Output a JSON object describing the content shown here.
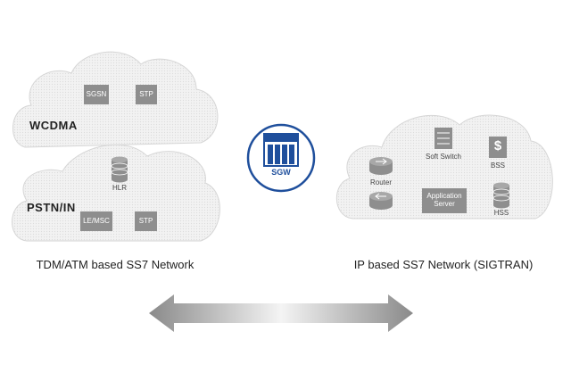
{
  "left_network": {
    "regions": [
      "WCDMA",
      "PSTN/IN"
    ],
    "nodes": {
      "sgsn": "SGSN",
      "stp_top": "STP",
      "hlr": "HLR",
      "le_msc": "LE/MSC",
      "stp_bottom": "STP"
    },
    "caption": "TDM/ATM based SS7 Network"
  },
  "gateway": {
    "label": "SGW",
    "accent": "#1f4f9c"
  },
  "right_network": {
    "nodes": {
      "router": "Router",
      "soft_switch": "Soft Switch",
      "bss": "BSS",
      "bss_symbol": "$",
      "application_server": "Application Server",
      "hss": "HSS"
    },
    "caption": "IP based SS7 Network (SIGTRAN)"
  },
  "icons": [
    "cloud-icon",
    "database-icon",
    "router-icon",
    "server-rack-icon",
    "dollar-icon",
    "gateway-icon",
    "double-arrow-icon"
  ],
  "colors": {
    "cloud_fill": "#f0f0f0",
    "cloud_stroke": "#d6d6d6",
    "node_fill": "#8e8e8e",
    "divider": "#bbbbbb"
  }
}
